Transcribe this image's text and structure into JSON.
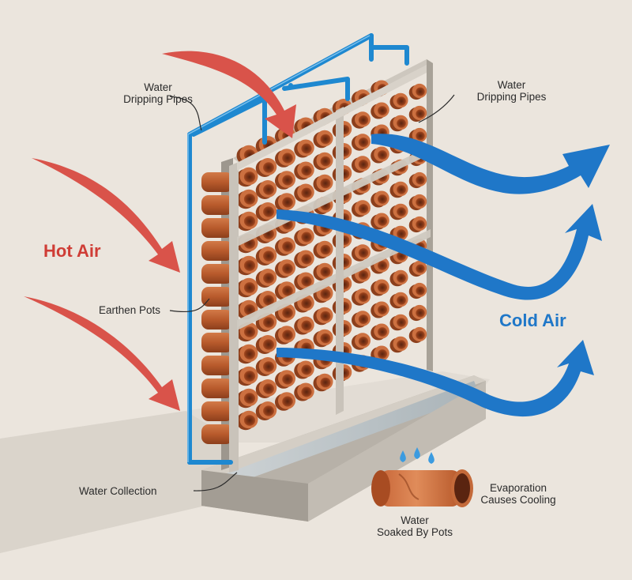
{
  "labels": {
    "hot_air": "Hot Air",
    "cold_air": "Cold Air",
    "pipes_left_1": "Water",
    "pipes_left_2": "Dripping Pipes",
    "pipes_right_1": "Water",
    "pipes_right_2": "Dripping Pipes",
    "earthen_pots": "Earthen Pots",
    "water_collection": "Water Collection",
    "evaporation_1": "Evaporation",
    "evaporation_2": "Causes Cooling",
    "soaked_1": "Water",
    "soaked_2": "Soaked By Pots"
  },
  "colors": {
    "background": "#ebe5dd",
    "hot_arrow": "#d9534a",
    "cold_arrow": "#1f77c8",
    "pipe": "#1e88d0",
    "terracotta": "#b9582c",
    "frame": "#bdb6ac"
  }
}
